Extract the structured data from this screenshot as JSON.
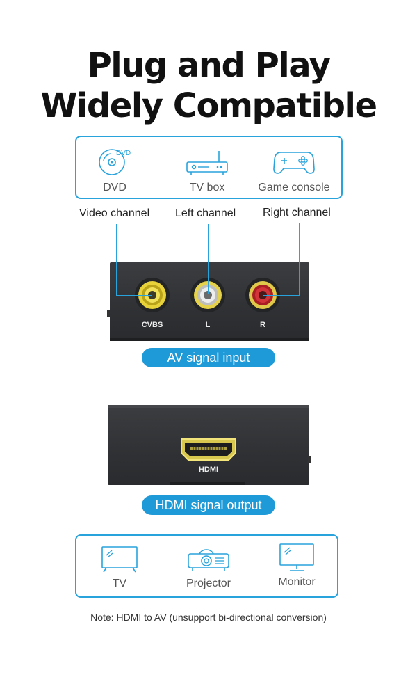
{
  "heading": {
    "line1": "Plug and Play",
    "line2": "Widely Compatible"
  },
  "sources": {
    "items": [
      {
        "label": "DVD",
        "icon": "dvd-disc-icon",
        "icon_text": "DVD"
      },
      {
        "label": "TV box",
        "icon": "tv-box-icon"
      },
      {
        "label": "Game console",
        "icon": "game-controller-icon"
      }
    ]
  },
  "channels": {
    "video": "Video channel",
    "left": "Left channel",
    "right": "Right channel"
  },
  "av_ports": {
    "cvbs": "CVBS",
    "l": "L",
    "r": "R"
  },
  "input_pill": "AV signal input",
  "hdmi_port_label": "HDMI",
  "output_pill": "HDMI signal output",
  "displays": {
    "items": [
      {
        "label": "TV",
        "icon": "tv-icon"
      },
      {
        "label": "Projector",
        "icon": "projector-icon"
      },
      {
        "label": "Monitor",
        "icon": "monitor-icon"
      }
    ]
  },
  "note": "Note:  HDMI to AV (unsupport bi-directional conversion)",
  "colors": {
    "accent": "#29a3dc",
    "pill": "#1f9ad8",
    "device": "#2f3134",
    "rca_yellow": "#e8d23a",
    "rca_white": "#d9d9d9",
    "rca_red": "#c8252b",
    "hdmi_gold": "#e6d25a"
  }
}
